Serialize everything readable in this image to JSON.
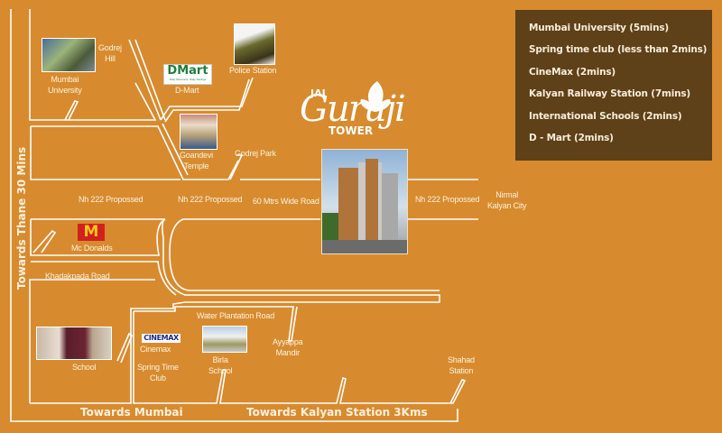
{
  "colors": {
    "background": "#d78b2e",
    "road": "#ffffff",
    "info_box": "#5e4019",
    "info_text": "#f7ecd8",
    "label_text": "#fbf1e0"
  },
  "project": {
    "logo_prefix": "JAI",
    "logo_name": "Guruji",
    "logo_suffix": "TOWER",
    "icon": "leaf-icon"
  },
  "info_box": {
    "items": [
      "Mumbai University (5mins)",
      "Spring time club (less than 2mins)",
      "CineMax (2mins)",
      "Kalyan Railway Station (7mins)",
      "International Schools (2mins)",
      "D - Mart (2mins)"
    ]
  },
  "landmarks": {
    "mumbai_university": "Mumbai\nUniversity",
    "godrej_hill": "Godrej\nHill",
    "dmart": "D-Mart",
    "dmart_logo": "DMart",
    "dmart_tagline": "Daily Discounts, Daily Savings",
    "police_station": "Police Station",
    "goandevi_temple": "Goandevi\nTemple",
    "godrej_park": "Godrej Park",
    "mcdonalds": "Mc Donalds",
    "mcd_logo": "M",
    "school": "School",
    "cinemax_logo": "CINEMAX",
    "cinemax": "Cinemax",
    "spring_time_club": "Spring Time\nClub",
    "birla_school": "Birla\nSchool",
    "ayyappa_mandir": "Ayyappa\nMandir",
    "shahad_station": "Shahad\nStation",
    "nirmal_kalyan_city": "Nirmal\nKalyan City"
  },
  "roads": {
    "nh222_left": "Nh 222 Propossed",
    "nh222_mid": "Nh 222 Propossed",
    "wide_road": "60 Mtrs Wide Road",
    "nh222_right": "Nh 222 Propossed",
    "khadakpada": "Khadakpada Road",
    "water_plantation": "Water Plantation Road"
  },
  "directions": {
    "thane": "Towards Thane 30 Mins",
    "mumbai": "Towards Mumbai",
    "kalyan": "Towards Kalyan Station 3Kms"
  }
}
